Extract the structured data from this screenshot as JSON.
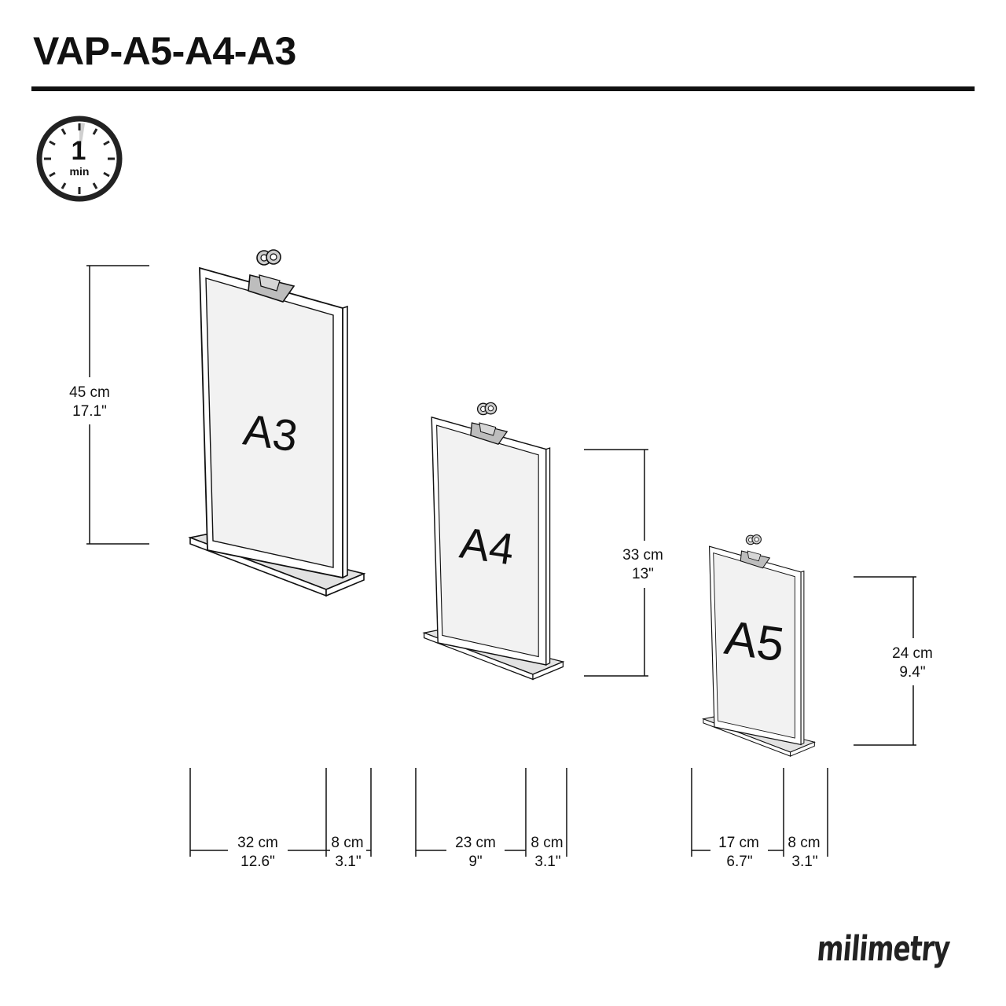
{
  "title": "VAP-A5-A4-A3",
  "timer": {
    "value": "1",
    "unit": "min"
  },
  "stands": [
    {
      "label": "A3",
      "height_cm": "45 cm",
      "height_in": "17.1\"",
      "width_cm": "32 cm",
      "width_in": "12.6\"",
      "depth_cm": "8 cm",
      "depth_in": "3.1\""
    },
    {
      "label": "A4",
      "height_cm": "33 cm",
      "height_in": "13\"",
      "width_cm": "23 cm",
      "width_in": "9\"",
      "depth_cm": "8 cm",
      "depth_in": "3.1\""
    },
    {
      "label": "A5",
      "height_cm": "24 cm",
      "height_in": "9.4\"",
      "width_cm": "17 cm",
      "width_in": "6.7\"",
      "depth_cm": "8 cm",
      "depth_in": "3.1\""
    }
  ],
  "brand": "milimetry",
  "colors": {
    "ink": "#111111",
    "sheet": "#f2f2f2",
    "base": "#dcdcdc",
    "clip": "#bdbdbd"
  }
}
